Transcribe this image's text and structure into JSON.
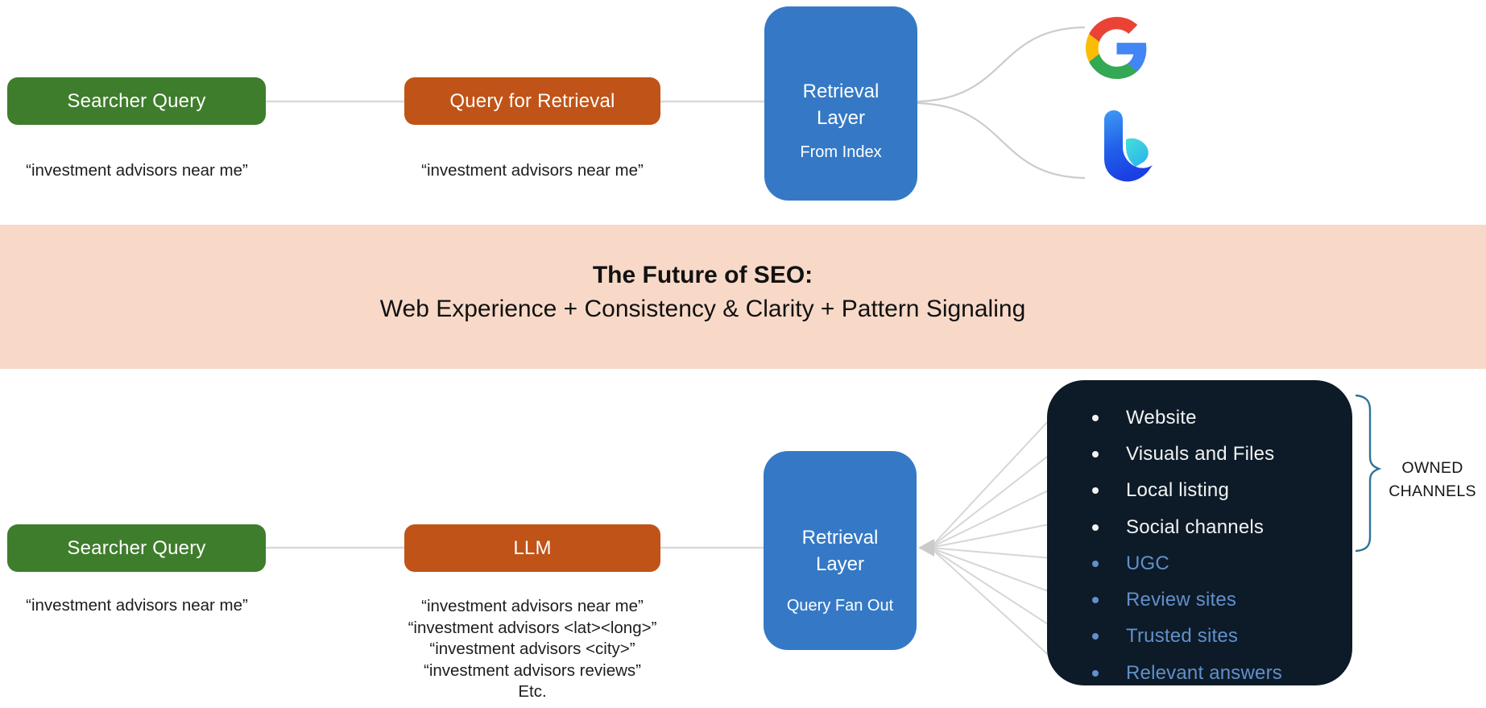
{
  "colors": {
    "green_box": "#3E7D2C",
    "orange_box": "#C05317",
    "blue_box": "#3579C6",
    "banner_bg": "#F8D9C8",
    "dark_card_bg": "#0D1B28",
    "channel_blue_text": "#6190CA",
    "bracket": "#2F7396",
    "connector_gray": "#D2D2D2",
    "text_dark": "#1D1D1D"
  },
  "top_flow": {
    "searcher_query_label": "Searcher Query",
    "searcher_query_example": "“investment advisors near me”",
    "retrieval_query_label": "Query for Retrieval",
    "retrieval_query_example": "“investment advisors near me”",
    "retrieval_layer_line1": "Retrieval",
    "retrieval_layer_line2": "Layer",
    "retrieval_layer_sub": "From Index",
    "engines": [
      {
        "icon": "google-logo-icon",
        "name": "Google"
      },
      {
        "icon": "bing-logo-icon",
        "name": "Bing"
      }
    ]
  },
  "banner": {
    "title": "The Future of SEO:",
    "subtitle": "Web Experience + Consistency & Clarity + Pattern Signaling"
  },
  "bottom_flow": {
    "searcher_query_label": "Searcher Query",
    "searcher_query_example": "“investment advisors near me”",
    "llm_label": "LLM",
    "llm_queries": [
      "“investment advisors near me”",
      "“investment advisors <lat><long>”",
      "“investment advisors <city>”",
      "“investment advisors reviews”",
      "Etc."
    ],
    "retrieval_layer_line1": "Retrieval",
    "retrieval_layer_line2": "Layer",
    "retrieval_layer_sub": "Query Fan Out",
    "channels": {
      "items": [
        {
          "label": "Website",
          "style": "white"
        },
        {
          "label": "Visuals and Files",
          "style": "white"
        },
        {
          "label": "Local listing",
          "style": "white"
        },
        {
          "label": "Social channels",
          "style": "white"
        },
        {
          "label": "UGC",
          "style": "blue"
        },
        {
          "label": "Review sites",
          "style": "blue"
        },
        {
          "label": "Trusted sites",
          "style": "blue"
        },
        {
          "label": "Relevant answers",
          "style": "blue"
        }
      ],
      "bracket_label": [
        "OWNED",
        "CHANNELS"
      ]
    }
  }
}
